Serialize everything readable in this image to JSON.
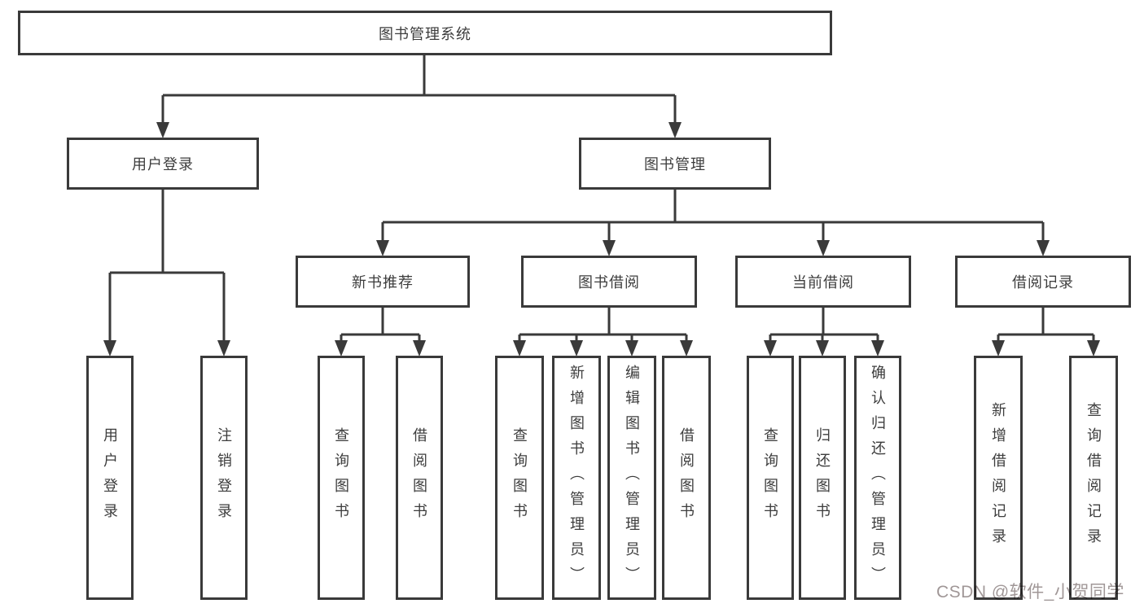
{
  "tree": {
    "root": {
      "label": "图书管理系统",
      "children": [
        {
          "label": "用户登录",
          "children": [
            {
              "label": "用户登录"
            },
            {
              "label": "注销登录"
            }
          ]
        },
        {
          "label": "图书管理",
          "children": [
            {
              "label": "新书推荐",
              "children": [
                {
                  "label": "查询图书"
                },
                {
                  "label": "借阅图书"
                }
              ]
            },
            {
              "label": "图书借阅",
              "children": [
                {
                  "label": "查询图书"
                },
                {
                  "label": "新增图书（管理员）"
                },
                {
                  "label": "编辑图书（管理员）"
                },
                {
                  "label": "借阅图书"
                }
              ]
            },
            {
              "label": "当前借阅",
              "children": [
                {
                  "label": "查询图书"
                },
                {
                  "label": "归还图书"
                },
                {
                  "label": "确认归还（管理员）"
                }
              ]
            },
            {
              "label": "借阅记录",
              "children": [
                {
                  "label": "新增借阅记录"
                },
                {
                  "label": "查询借阅记录"
                }
              ]
            }
          ]
        }
      ]
    }
  },
  "watermark": {
    "text": "CSDN @软件_小贺同学"
  },
  "colors": {
    "line": "#3a3a3a",
    "text": "#3d3d3d",
    "background": "#ffffff",
    "watermark": "#968c8c"
  }
}
